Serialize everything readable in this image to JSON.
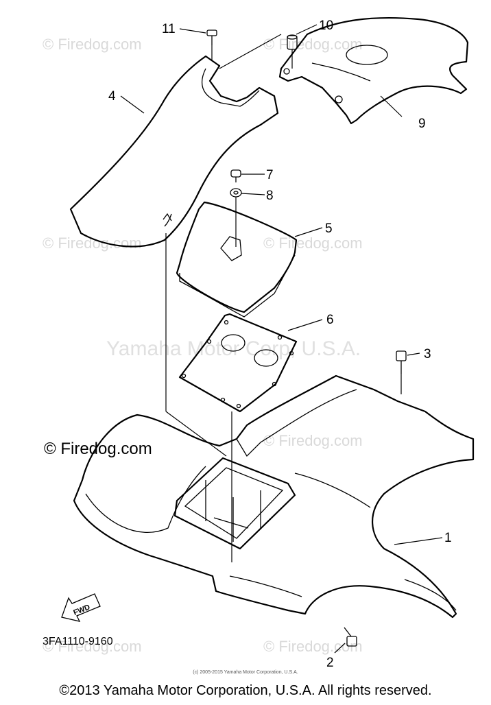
{
  "watermarks": {
    "site": "© Firedog.com",
    "site_bold": "© Firedog.com",
    "maker": "Yamaha Motor Corp, U.S.A."
  },
  "diagram_code": "3FA1110-9160",
  "fwd_label": "FWD",
  "callouts": [
    "1",
    "2",
    "3",
    "4",
    "5",
    "6",
    "7",
    "8",
    "9",
    "10",
    "11"
  ],
  "small_copyright": "(c) 2005-2015 Yamaha Motor Corporation, U.S.A.",
  "footer_copyright": "©2013 Yamaha Motor Corporation, U.S.A. All rights reserved."
}
